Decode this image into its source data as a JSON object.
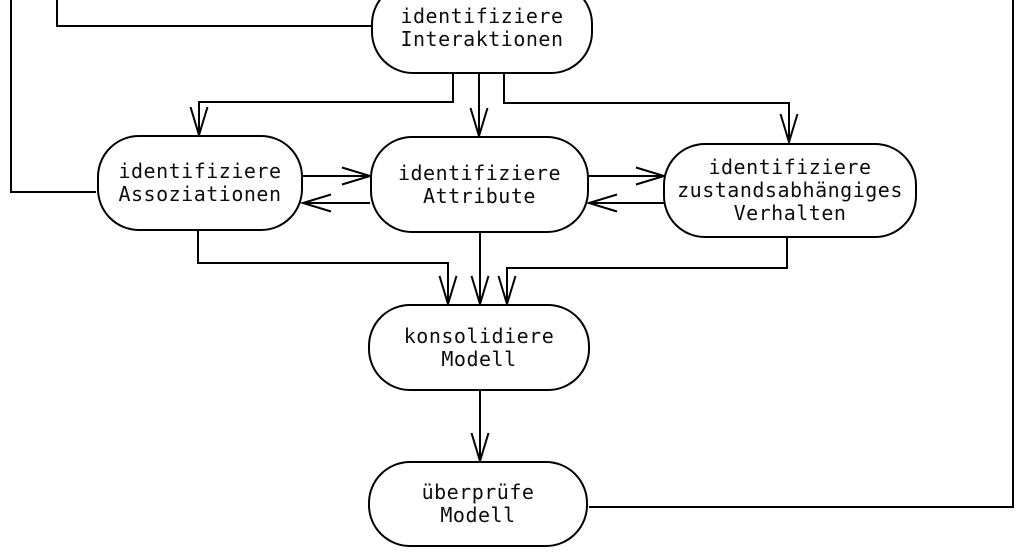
{
  "diagram": {
    "type": "flowchart",
    "language": "de",
    "background_color": "#ffffff",
    "line_color": "#000000",
    "text_color": "#0d0d0d",
    "nodes": [
      {
        "id": "identifiziere-interaktionen",
        "label": "identifiziere\nInteraktionen"
      },
      {
        "id": "identifiziere-assoziationen",
        "label": "identifiziere\nAssoziationen"
      },
      {
        "id": "identifiziere-attribute",
        "label": "identifiziere\nAttribute"
      },
      {
        "id": "identifiziere-zustandsabhaengiges-verhalten",
        "label": "identifiziere\nzustandsabhängiges\nVerhalten"
      },
      {
        "id": "konsolidiere-modell",
        "label": "konsolidiere\nModell"
      },
      {
        "id": "ueberpruefe-modell",
        "label": "überprüfe\nModell"
      }
    ],
    "edges": [
      {
        "from": "offscreen-top",
        "to": "identifiziere-assoziationen",
        "arrowhead": false
      },
      {
        "from": "offscreen-top",
        "to": "identifiziere-interaktionen",
        "arrowhead": false
      },
      {
        "from": "identifiziere-interaktionen",
        "to": "identifiziere-assoziationen",
        "arrowhead": true
      },
      {
        "from": "identifiziere-interaktionen",
        "to": "identifiziere-attribute",
        "arrowhead": true
      },
      {
        "from": "identifiziere-interaktionen",
        "to": "identifiziere-zustandsabhaengiges-verhalten",
        "arrowhead": true
      },
      {
        "from": "identifiziere-assoziationen",
        "to": "identifiziere-attribute",
        "arrowhead": true
      },
      {
        "from": "identifiziere-attribute",
        "to": "identifiziere-assoziationen",
        "arrowhead": true
      },
      {
        "from": "identifiziere-attribute",
        "to": "identifiziere-zustandsabhaengiges-verhalten",
        "arrowhead": true
      },
      {
        "from": "identifiziere-zustandsabhaengiges-verhalten",
        "to": "identifiziere-attribute",
        "arrowhead": true
      },
      {
        "from": "identifiziere-assoziationen",
        "to": "konsolidiere-modell",
        "arrowhead": true
      },
      {
        "from": "identifiziere-attribute",
        "to": "konsolidiere-modell",
        "arrowhead": true
      },
      {
        "from": "identifiziere-zustandsabhaengiges-verhalten",
        "to": "konsolidiere-modell",
        "arrowhead": true
      },
      {
        "from": "konsolidiere-modell",
        "to": "ueberpruefe-modell",
        "arrowhead": true
      },
      {
        "from": "ueberpruefe-modell",
        "to": "offscreen-top",
        "arrowhead": false
      }
    ]
  }
}
